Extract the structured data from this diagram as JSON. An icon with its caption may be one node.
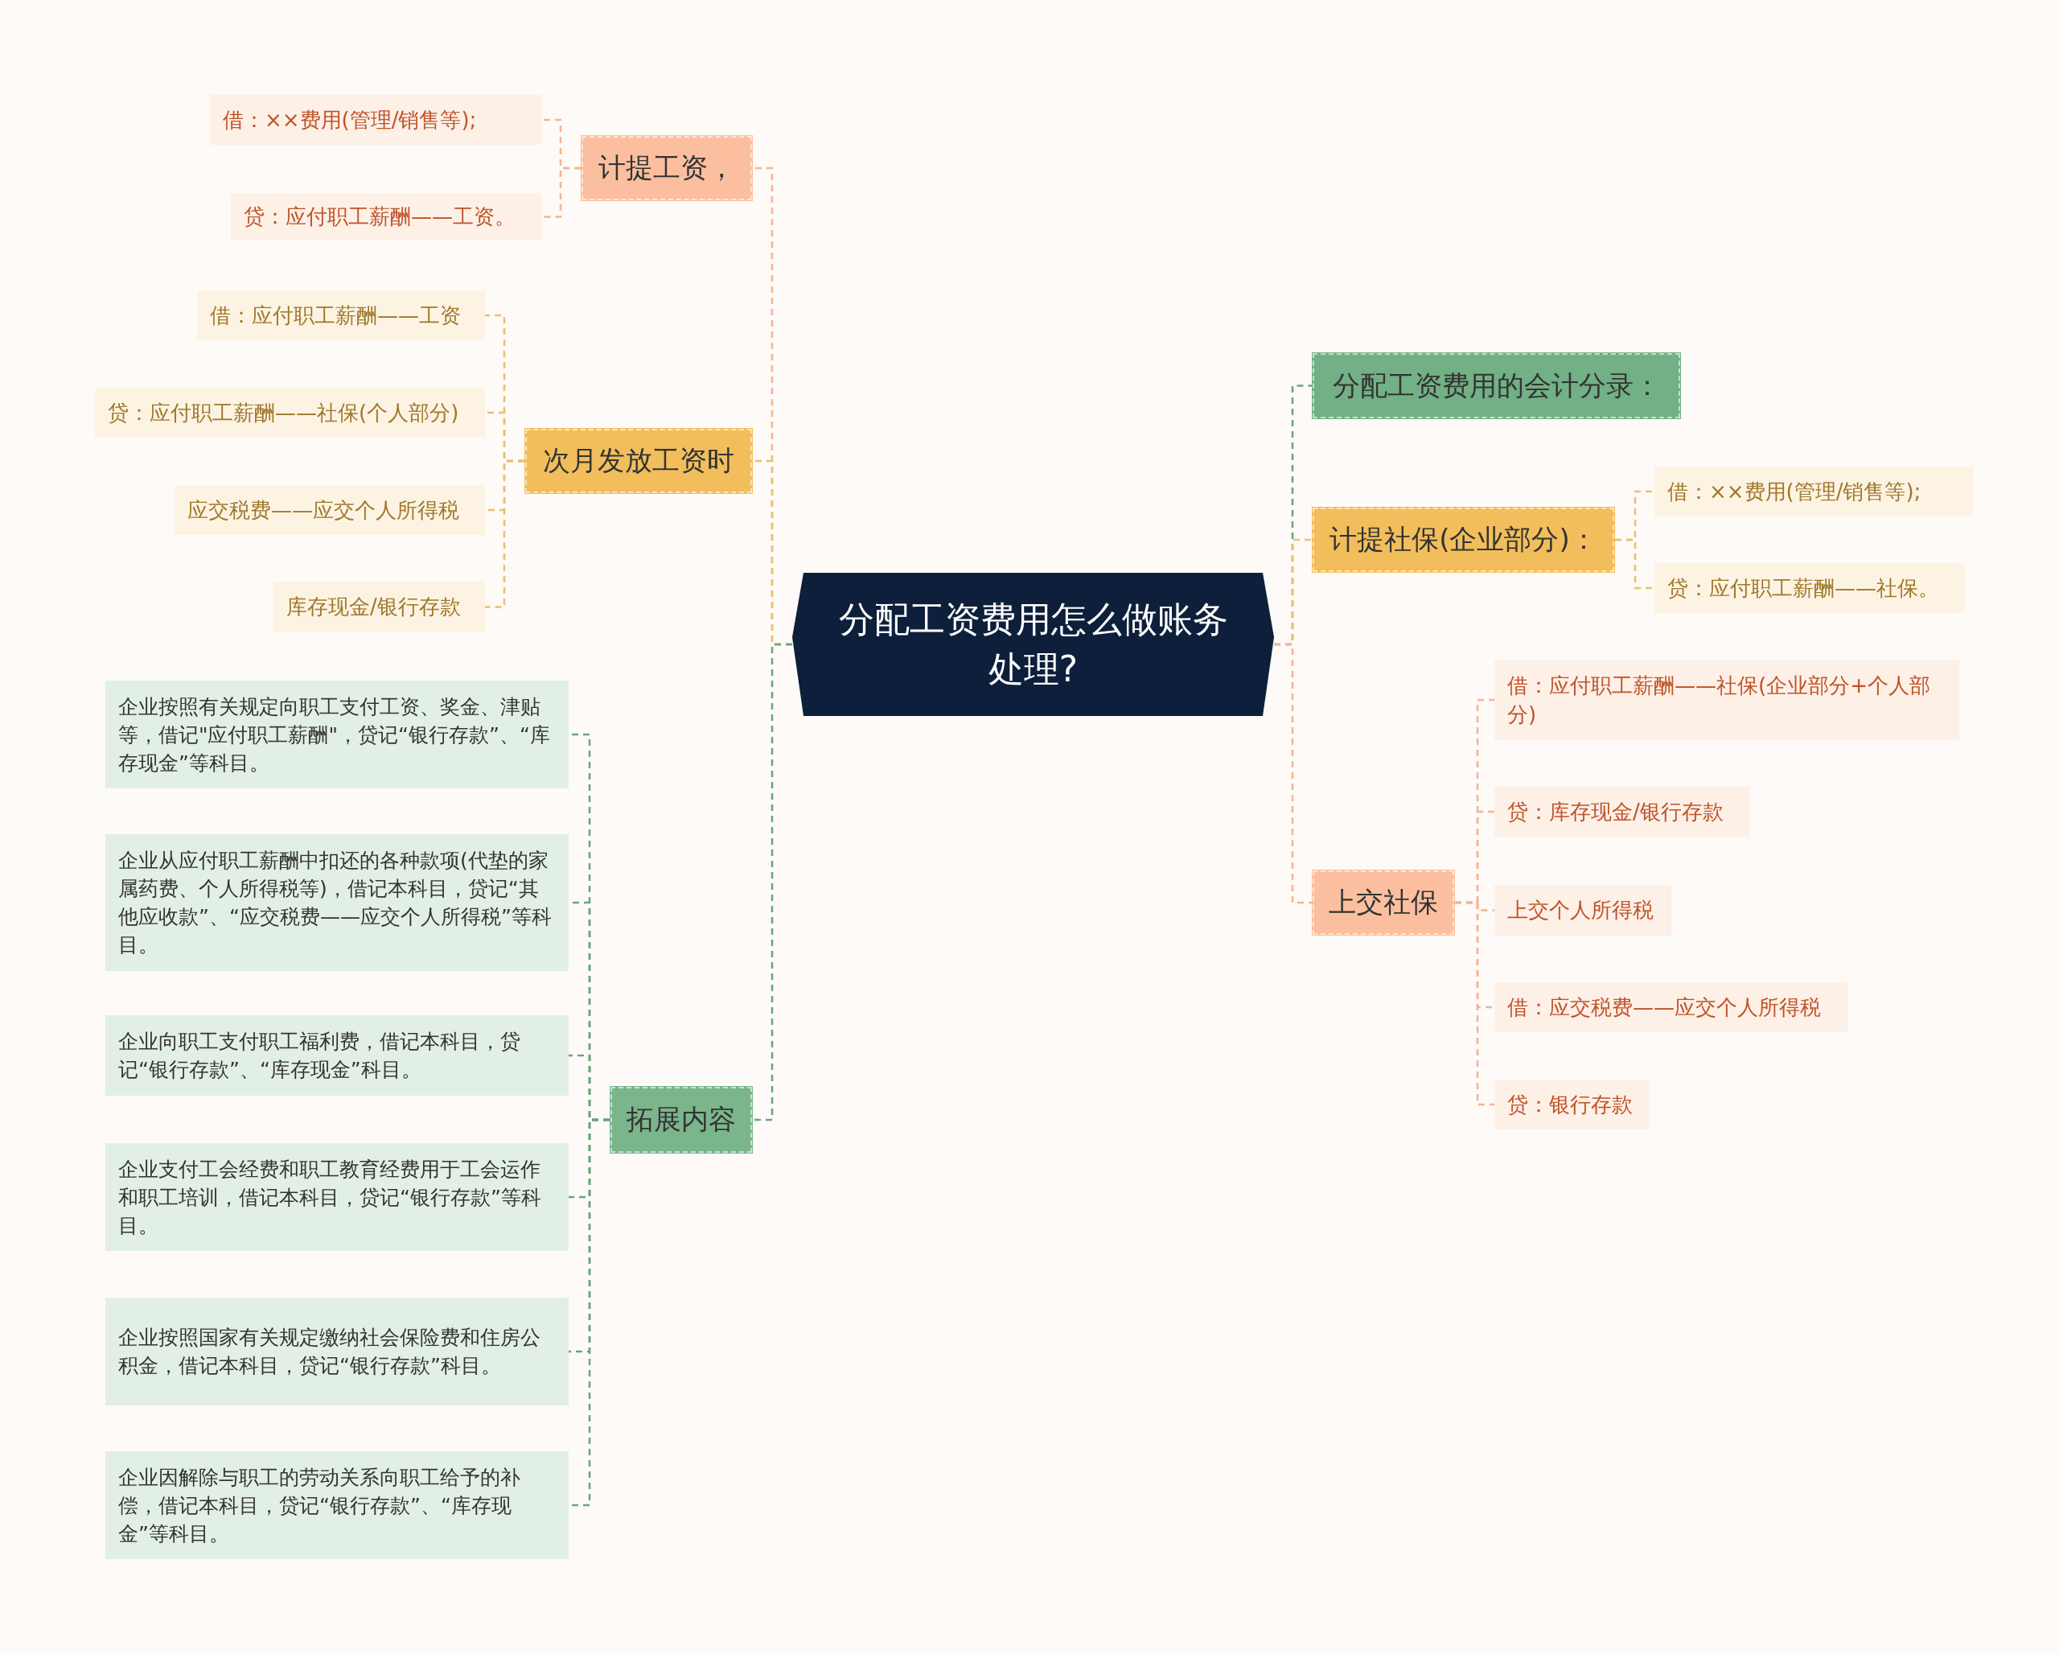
{
  "diagram": {
    "nodes": [
      {
        "text": [
          "分配工资费用怎么做账务处理?"
        ]
      },
      {
        "text": [
          "计提工资，"
        ]
      },
      {
        "text": [
          "借：××费用(管理/销售等);"
        ]
      },
      {
        "text": [
          "贷：应付职工薪酬——工资。"
        ]
      },
      {
        "text": [
          "次月发放工资时"
        ]
      },
      {
        "text": [
          "借：应付职工薪酬——工资"
        ]
      },
      {
        "text": [
          "贷：应付职工薪酬——社保(个人部分)"
        ]
      },
      {
        "text": [
          "应交税费——应交个人所得税"
        ]
      },
      {
        "text": [
          "库存现金/银行存款"
        ]
      },
      {
        "text": [
          "拓展内容"
        ]
      },
      {
        "text": [
          "企业按照有关规定向职工支付工资、奖金、津贴等，借记\"应付职工薪酬\"，贷记“银行存款”、“库存现金”等科目。"
        ]
      },
      {
        "text": [
          "企业从应付职工薪酬中扣还的各种款项(代垫的家属药费、个人所得税等)，借记本科目，贷记“其他应收款”、“应交税费——应交个人所得税”等科目。"
        ]
      },
      {
        "text": [
          "企业向职工支付职工福利费，借记本科目，贷记“银行存款”、“库存现金”科目。"
        ]
      },
      {
        "text": [
          "企业支付工会经费和职工教育经费用于工会运作和职工培训，借记本科目，贷记“银行存款”等科目。"
        ]
      },
      {
        "text": [
          "企业按照国家有关规定缴纳社会保险费和住房公积金，借记本科目，贷记“银行存款”科目。"
        ]
      },
      {
        "text": [
          "企业因解除与职工的劳动关系向职工给予的补偿，借记本科目，贷记“银行存款”、“库存现金”等科目。"
        ]
      },
      {
        "text": [
          "分配工资费用的会计分录："
        ]
      },
      {
        "text": [
          "计提社保(企业部分)："
        ]
      },
      {
        "text": [
          "借：××费用(管理/销售等);"
        ]
      },
      {
        "text": [
          "贷：应付职工薪酬——社保。"
        ]
      },
      {
        "text": [
          "上交社保"
        ]
      },
      {
        "text": [
          "借：应付职工薪酬——社保(企业部分+个人部分)"
        ]
      },
      {
        "text": [
          "贷：库存现金/银行存款"
        ]
      },
      {
        "text": [
          "上交个人所得税"
        ]
      },
      {
        "text": [
          "借：应交税费——应交个人所得税"
        ]
      },
      {
        "text": [
          "贷：银行存款"
        ]
      }
    ],
    "edges": [
      {
        "from": 0,
        "to": 1,
        "arrow": "none",
        "color": "#f5b48f"
      },
      {
        "from": 1,
        "to": 2,
        "arrow": "none",
        "color": "#f5b48f"
      },
      {
        "from": 1,
        "to": 3,
        "arrow": "none",
        "color": "#f5b48f"
      },
      {
        "from": 0,
        "to": 4,
        "arrow": "none",
        "color": "#ecc06a"
      },
      {
        "from": 4,
        "to": 5,
        "arrow": "none",
        "color": "#ecc06a"
      },
      {
        "from": 4,
        "to": 6,
        "arrow": "none",
        "color": "#ecc06a"
      },
      {
        "from": 4,
        "to": 7,
        "arrow": "none",
        "color": "#ecc06a"
      },
      {
        "from": 4,
        "to": 8,
        "arrow": "none",
        "color": "#ecc06a"
      },
      {
        "from": 0,
        "to": 9,
        "arrow": "none",
        "color": "#6aa57c"
      },
      {
        "from": 9,
        "to": 10,
        "arrow": "none",
        "color": "#6aa57c"
      },
      {
        "from": 9,
        "to": 11,
        "arrow": "none",
        "color": "#6aa57c"
      },
      {
        "from": 9,
        "to": 12,
        "arrow": "none",
        "color": "#6aa57c"
      },
      {
        "from": 9,
        "to": 13,
        "arrow": "none",
        "color": "#6aa57c"
      },
      {
        "from": 9,
        "to": 14,
        "arrow": "none",
        "color": "#6aa57c"
      },
      {
        "from": 9,
        "to": 15,
        "arrow": "none",
        "color": "#6aa57c"
      },
      {
        "from": 0,
        "to": 16,
        "arrow": "none",
        "color": "#6aa57c"
      },
      {
        "from": 0,
        "to": 17,
        "arrow": "none",
        "color": "#ecc06a"
      },
      {
        "from": 17,
        "to": 18,
        "arrow": "none",
        "color": "#ecc06a"
      },
      {
        "from": 17,
        "to": 19,
        "arrow": "none",
        "color": "#ecc06a"
      },
      {
        "from": 0,
        "to": 20,
        "arrow": "none",
        "color": "#f5b48f"
      },
      {
        "from": 20,
        "to": 21,
        "arrow": "none",
        "color": "#f5b48f"
      },
      {
        "from": 20,
        "to": 22,
        "arrow": "none",
        "color": "#f5b48f"
      },
      {
        "from": 20,
        "to": 23,
        "arrow": "none",
        "color": "#f5b48f"
      },
      {
        "from": 20,
        "to": 24,
        "arrow": "none",
        "color": "#f5b48f"
      },
      {
        "from": 20,
        "to": 25,
        "arrow": "none",
        "color": "#f5b48f"
      }
    ]
  }
}
